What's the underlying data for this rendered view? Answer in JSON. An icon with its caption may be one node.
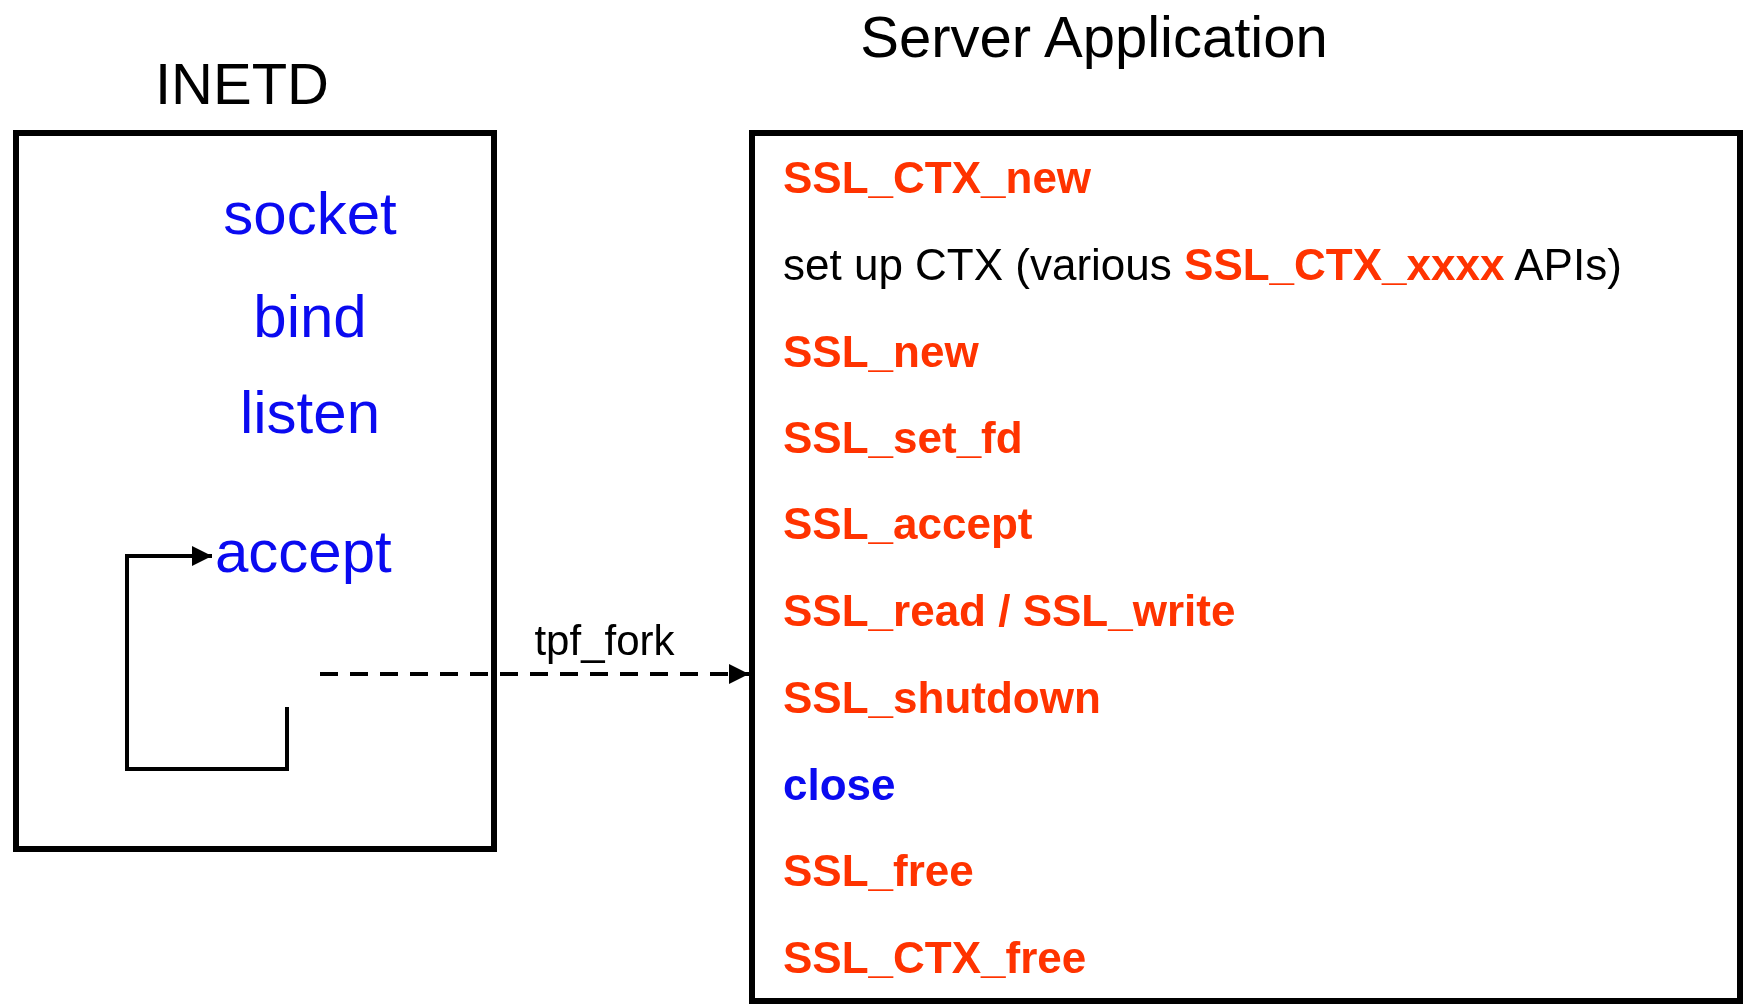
{
  "diagram": {
    "nodes": [
      {
        "text": [
          "INETD",
          "socket",
          "bind",
          "listen"
        ]
      },
      {
        "text": [
          "accept"
        ],
        "in": 0
      },
      {
        "text": [
          "Server Application",
          "SSL_CTX_new",
          "set up CTX (various **SSL_CTX_xxxx** APIs)",
          "SSL_new",
          "SSL_set_fd",
          "SSL_accept",
          "SSL_read / SSL_write",
          "SSL_shutdown",
          "close",
          "SSL_free",
          "SSL_CTX_free"
        ]
      }
    ],
    "edges": [
      {
        "from": null,
        "to": 1,
        "arrow": "to"
      },
      {
        "from": null,
        "to": 2,
        "arrow": "to",
        "label": "tpf_fork",
        "style": "dashed"
      }
    ]
  }
}
